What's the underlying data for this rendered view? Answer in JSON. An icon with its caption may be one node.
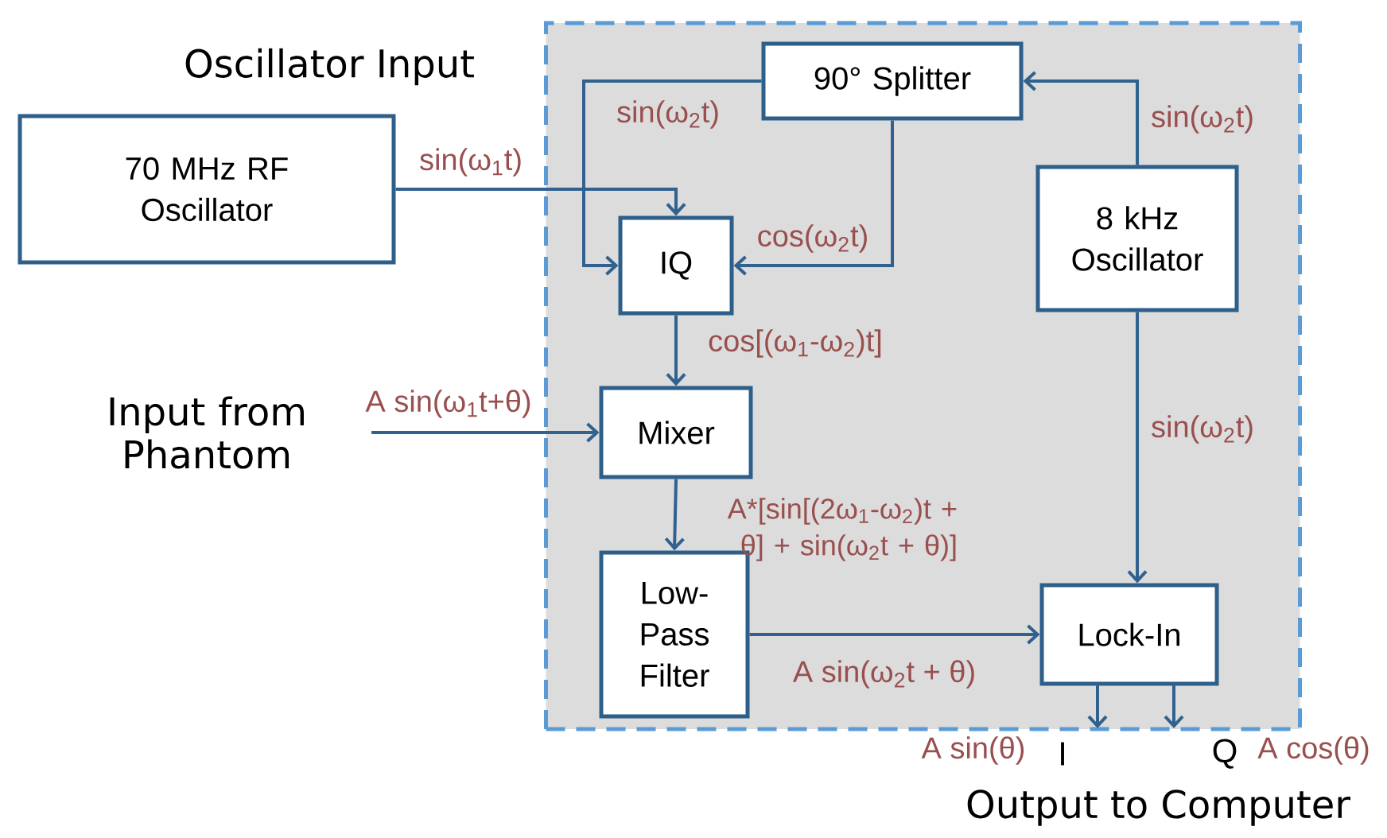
{
  "diagram": {
    "nodes": [
      {
        "text": [],
        "shape": "box"
      },
      {
        "text": [
          "70 MHz RF Oscillator"
        ]
      },
      {
        "text": [
          "90° Splitter"
        ],
        "in": 0
      },
      {
        "text": [
          "IQ"
        ],
        "in": 0
      },
      {
        "text": [
          "8 kHz Oscillator"
        ],
        "in": 0
      },
      {
        "text": [
          "Mixer"
        ],
        "in": 0
      },
      {
        "text": [
          "Low- Pass Filter"
        ],
        "in": 0
      },
      {
        "text": [
          "Lock-In"
        ],
        "in": 0
      },
      {
        "text": [
          "Input from Phantom"
        ]
      }
    ],
    "edges": [
      {
        "from": 1,
        "to": 3,
        "arrow": "to",
        "label": "sin(ω$_{1}$t)"
      },
      {
        "from": 4,
        "to": 2,
        "arrow": "to",
        "label": "sin(ω$_{2}$t)"
      },
      {
        "from": 2,
        "to": 3,
        "arrow": "to",
        "label": "sin(ω$_{2}$t)"
      },
      {
        "from": 2,
        "to": 3,
        "arrow": "to",
        "label": "cos(ω$_{2}$t)"
      },
      {
        "from": 3,
        "to": 5,
        "arrow": "to",
        "label": "cos[(ω$_{1}$-ω$_{2}$)t]"
      },
      {
        "from": 8,
        "to": 5,
        "arrow": "to",
        "label": "A sin(ω$_{1}$t+θ)"
      },
      {
        "from": 5,
        "to": 6,
        "arrow": "to",
        "label": "A*[sin[(2ω$_{1}$-ω$_{2}$)t + θ] + sin(ω$_{2}$t + θ)]"
      },
      {
        "from": 4,
        "to": 7,
        "arrow": "to",
        "label": "sin(ω$_{2}$t)"
      },
      {
        "from": 6,
        "to": 7,
        "arrow": "to",
        "label": "A sin(ω$_{2}$t + θ)"
      },
      {
        "from": 7,
        "to": null,
        "arrow": "to",
        "label": "A sin(θ)"
      },
      {
        "from": 7,
        "to": null,
        "arrow": "to",
        "label": "A cos(θ)"
      }
    ],
    "labels": [
      "Oscillator Input",
      "I",
      "Q",
      "Output to Computer"
    ]
  }
}
